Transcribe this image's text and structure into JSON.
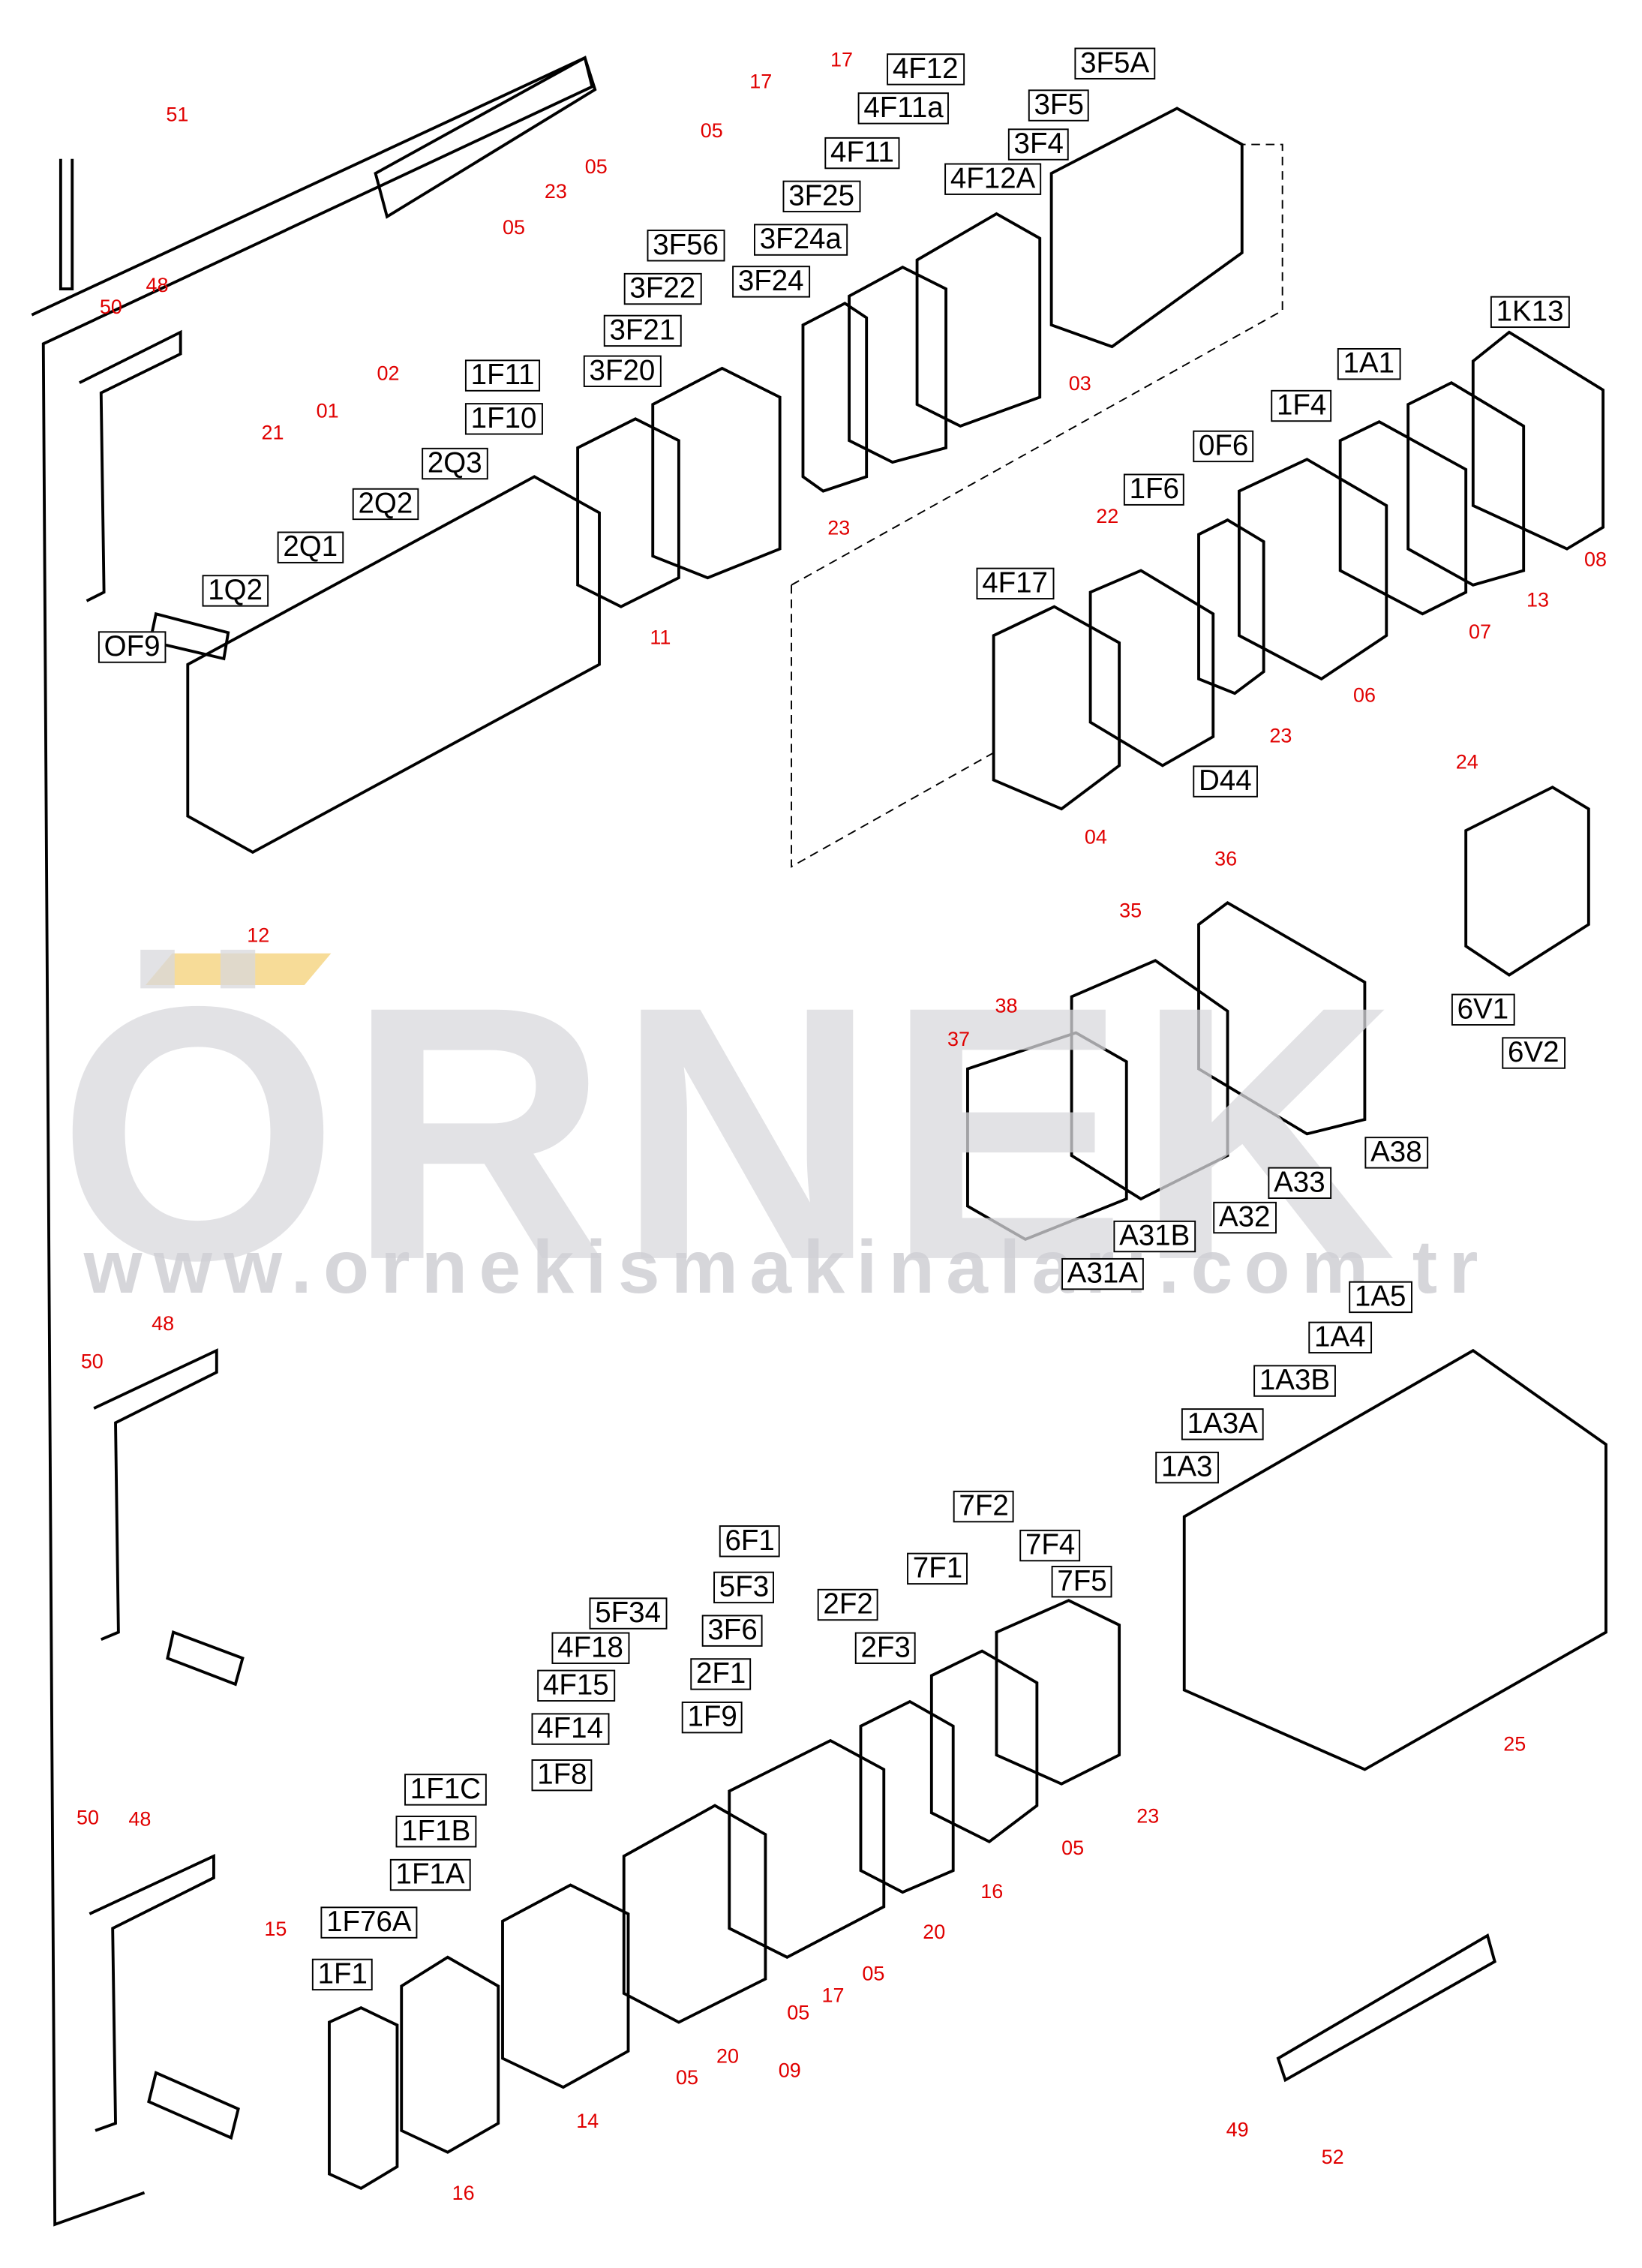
{
  "watermark": {
    "brand": "ÖRNEK",
    "url": "www.ornekismakinalari.com.tr"
  },
  "colors": {
    "callout_number": "#e00000",
    "watermark": "#d9d9dd",
    "accent": "#f7dc98"
  },
  "part_labels": [
    "4F12",
    "3F5A",
    "4F11a",
    "3F5",
    "4F11",
    "3F4",
    "3F25",
    "4F12A",
    "3F56",
    "3F24a",
    "3F22",
    "3F24",
    "3F21",
    "3F20",
    "1F11",
    "1F10",
    "2Q3",
    "2Q2",
    "2Q1",
    "1Q2",
    "OF9",
    "4F17",
    "1F6",
    "0F6",
    "1F4",
    "1A1",
    "1K13",
    "D44",
    "6V1",
    "6V2",
    "A38",
    "A33",
    "A32",
    "A31B",
    "A31A",
    "1A5",
    "1A4",
    "1A3B",
    "1A3A",
    "1A3",
    "7F2",
    "6F1",
    "7F4",
    "7F1",
    "7F5",
    "5F3",
    "5F34",
    "2F2",
    "3F6",
    "4F18",
    "2F3",
    "2F1",
    "4F15",
    "1F9",
    "4F14",
    "1F8",
    "1F1C",
    "1F1B",
    "1F1A",
    "1F76A",
    "1F1"
  ],
  "callout_numbers": [
    "17",
    "51",
    "17",
    "05",
    "05",
    "23",
    "48",
    "50",
    "05",
    "02",
    "01",
    "21",
    "03",
    "23",
    "22",
    "11",
    "13",
    "08",
    "07",
    "06",
    "23",
    "04",
    "12",
    "24",
    "36",
    "35",
    "38",
    "37",
    "48",
    "50",
    "25",
    "23",
    "05",
    "16",
    "20",
    "05",
    "17",
    "05",
    "15",
    "48",
    "50",
    "20",
    "09",
    "05",
    "14",
    "16",
    "49",
    "52"
  ]
}
